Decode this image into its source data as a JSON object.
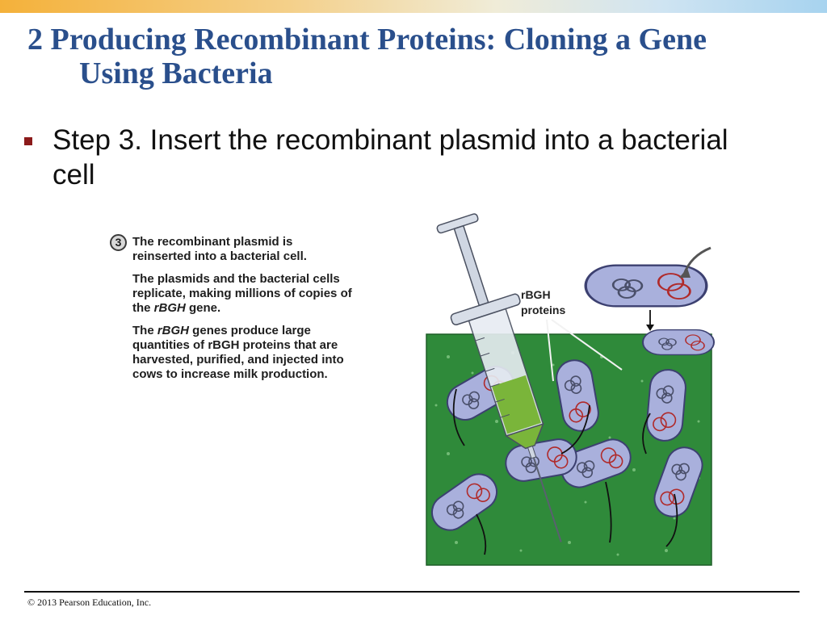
{
  "slide": {
    "title_line1": "2 Producing Recombinant Proteins: Cloning a Gene",
    "title_line2": "Using Bacteria",
    "bullet": "Step 3. Insert the recombinant plasmid into a bacterial cell",
    "accent_color": "#2a4f8c",
    "bullet_color": "#8b1a1a"
  },
  "figure": {
    "step_number": "3",
    "paragraphs": [
      {
        "before": "The recombinant plasmid is reinserted into a bacterial cell.",
        "italic": "",
        "after": ""
      },
      {
        "before": "The plasmids and the bacterial cells replicate, making millions of copies of the ",
        "italic": "rBGH",
        "after": " gene."
      },
      {
        "before": "The ",
        "italic": "rBGH",
        "after": " genes produce large quantities of rBGH proteins that are harvested, purified, and injected into cows to increase milk production."
      }
    ],
    "label_line1": "rBGH",
    "label_line2": "proteins",
    "culture_color": "#2f8a3a",
    "cell_color": "#a9b0dc"
  },
  "footer": {
    "copyright": "© 2013 Pearson Education, Inc."
  }
}
